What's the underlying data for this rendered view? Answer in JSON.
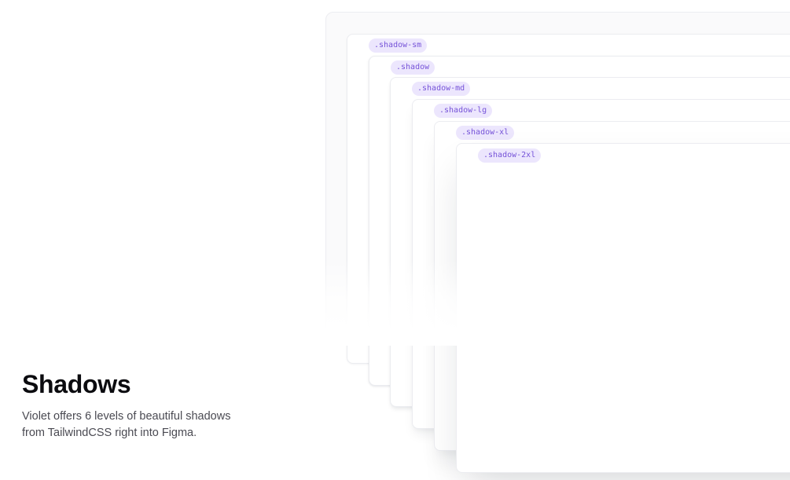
{
  "shadow_levels": [
    {
      "label": ".shadow-sm"
    },
    {
      "label": ".shadow"
    },
    {
      "label": ".shadow-md"
    },
    {
      "label": ".shadow-lg"
    },
    {
      "label": ".shadow-xl"
    },
    {
      "label": ".shadow-2xl"
    }
  ],
  "section": {
    "title": "Shadows",
    "description_lines": [
      "Violet offers 6 levels of beautiful shadows",
      "from TailwindCSS right into Figma."
    ]
  },
  "colors": {
    "tag_background": "#ece6fd",
    "tag_text": "#7552d8",
    "title": "#0b0b0f",
    "body_text": "#4a4a52"
  }
}
